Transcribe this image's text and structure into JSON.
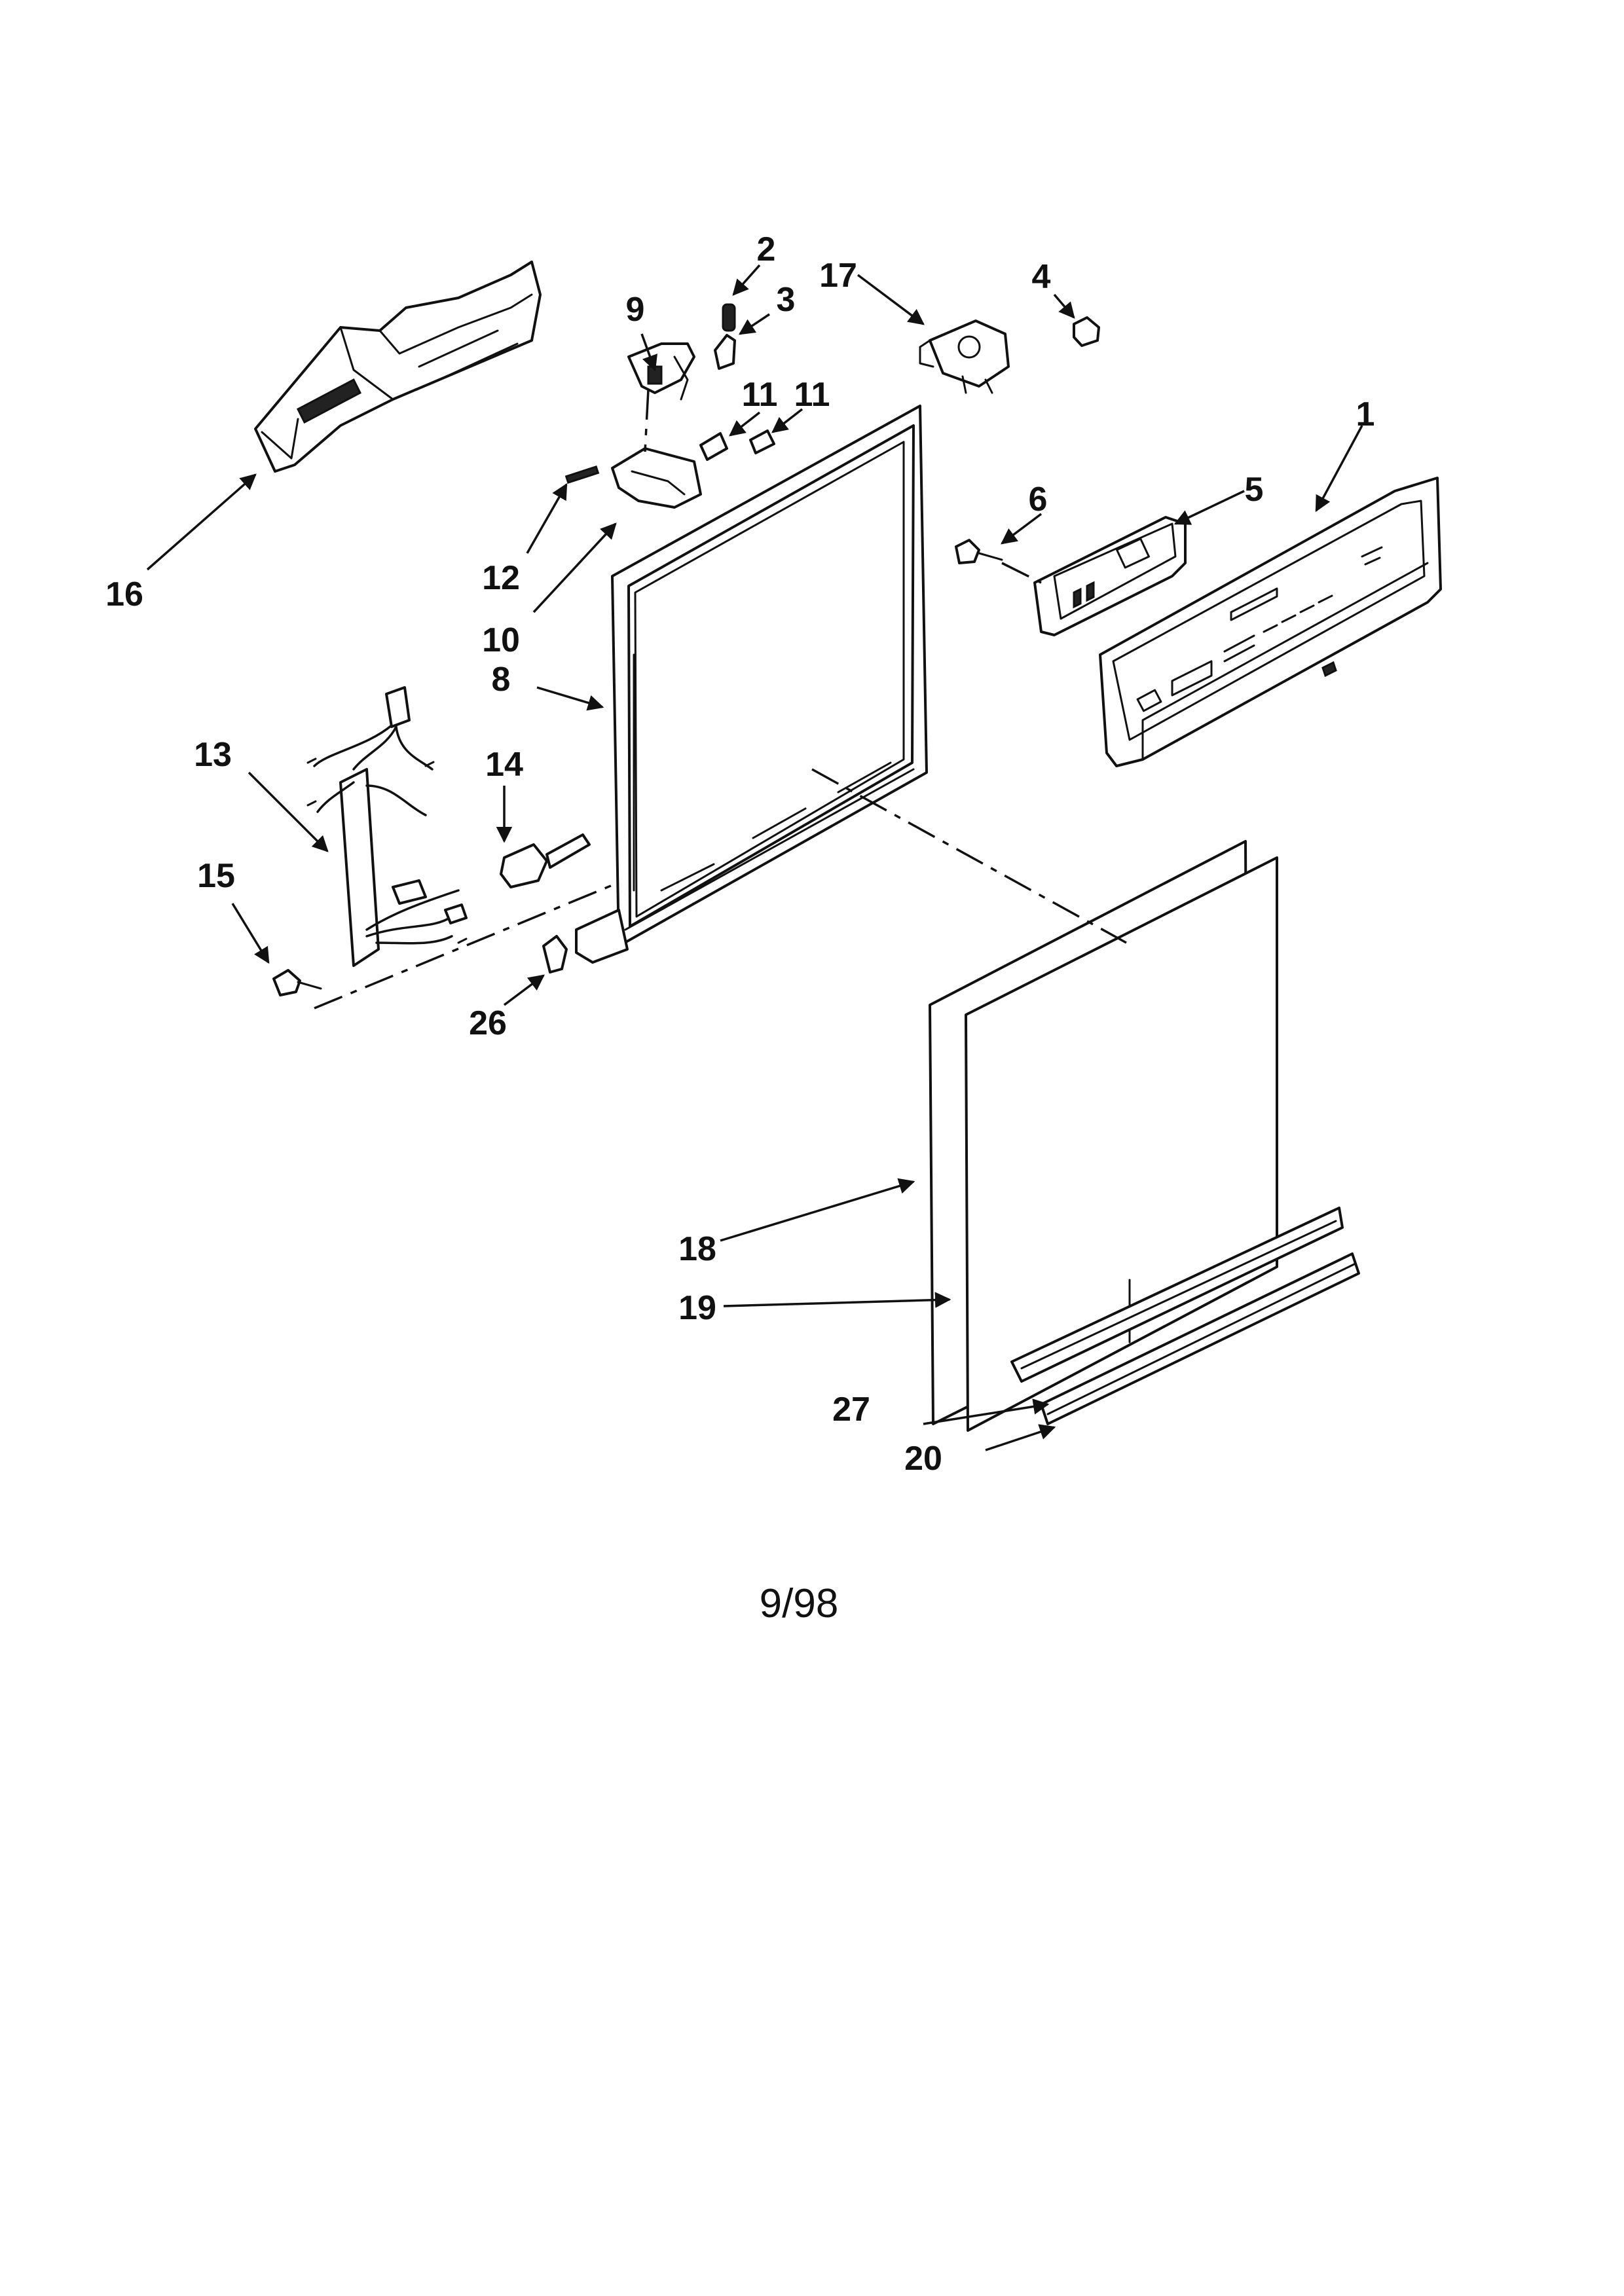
{
  "diagram": {
    "callouts": [
      {
        "id": "c1",
        "text": "1"
      },
      {
        "id": "c2",
        "text": "2"
      },
      {
        "id": "c3",
        "text": "3"
      },
      {
        "id": "c4",
        "text": "4"
      },
      {
        "id": "c5",
        "text": "5"
      },
      {
        "id": "c6",
        "text": "6"
      },
      {
        "id": "c8",
        "text": "8"
      },
      {
        "id": "c9",
        "text": "9"
      },
      {
        "id": "c10",
        "text": "10"
      },
      {
        "id": "c11a",
        "text": "11"
      },
      {
        "id": "c11b",
        "text": "11"
      },
      {
        "id": "c12",
        "text": "12"
      },
      {
        "id": "c13",
        "text": "13"
      },
      {
        "id": "c14",
        "text": "14"
      },
      {
        "id": "c15",
        "text": "15"
      },
      {
        "id": "c16",
        "text": "16"
      },
      {
        "id": "c17",
        "text": "17"
      },
      {
        "id": "c18",
        "text": "18"
      },
      {
        "id": "c19",
        "text": "19"
      },
      {
        "id": "c20",
        "text": "20"
      },
      {
        "id": "c26",
        "text": "26"
      },
      {
        "id": "c27",
        "text": "27"
      }
    ],
    "footer_date": "9/98"
  }
}
